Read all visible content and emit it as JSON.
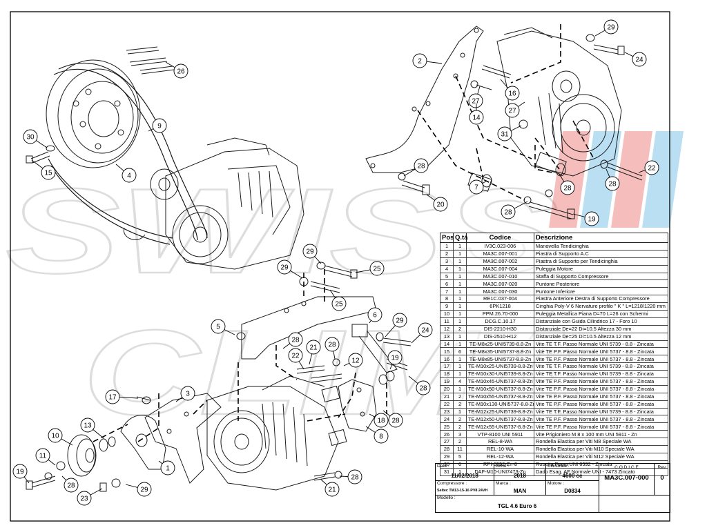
{
  "watermark": {
    "line1": "SWISS",
    "line2": "CLIMA"
  },
  "callouts": [
    "29",
    "24",
    "2",
    "16",
    "27",
    "27",
    "14",
    "31",
    "28",
    "22",
    "28",
    "7",
    "28",
    "20",
    "28",
    "19",
    "26",
    "9",
    "30",
    "15",
    "4",
    "29",
    "29",
    "25",
    "25",
    "5",
    "6",
    "29",
    "24",
    "28",
    "21",
    "28",
    "22",
    "12",
    "19",
    "28",
    "3",
    "17",
    "18",
    "28",
    "13",
    "8",
    "10",
    "1",
    "11",
    "19",
    "28",
    "23",
    "29",
    "28",
    "21"
  ],
  "parts_table": {
    "headers": [
      "Pos",
      "Q.tà",
      "Codice",
      "Descrizione"
    ],
    "rows": [
      [
        "1",
        "1",
        "IV3C.023-006",
        "Manovella Tendicinghia"
      ],
      [
        "2",
        "1",
        "MA3C.007-001",
        "Piastra di Supporto A.C"
      ],
      [
        "3",
        "1",
        "MA3C.007-002",
        "Piastra di Supporto per Tendicinghia"
      ],
      [
        "4",
        "1",
        "MA3C.007-004",
        "Puleggia Motore"
      ],
      [
        "5",
        "1",
        "MA3C.007-010",
        "Staffa di Supporto Compressore"
      ],
      [
        "6",
        "1",
        "MA3C.007-020",
        "Puntone Posteriore"
      ],
      [
        "7",
        "1",
        "MA3C.007-030",
        "Puntone Inferiore"
      ],
      [
        "8",
        "1",
        "RE1C.037-004",
        "Piastra Anteriore Destra di Supporto Compressore"
      ],
      [
        "9",
        "1",
        "6PK1218",
        "Cinghia Poly-V 6 Nervature profilo \" K \" L=1218/1220 mm"
      ],
      [
        "10",
        "1",
        "PPM.26.70-000",
        "Puleggia Metallica Piana D=70 L=26 con Schermi"
      ],
      [
        "11",
        "1",
        "DCG.C.10.17",
        "Distanziale con Guida Cilindrico 17 - Foro 10"
      ],
      [
        "12",
        "2",
        "DIS-2210-H30",
        "Distanziale De=22 Di=10.5 Altezza 30 mm"
      ],
      [
        "13",
        "1",
        "DIS-2510-H12",
        "Distanziale De=25 Di=10.5 Altezza 12 mm"
      ],
      [
        "14",
        "1",
        "TE-M8x25-UNI5739-8.8-Zn",
        "Vite TE T.F. Passo Normale UNI 5739 - 8.8 - Zincata"
      ],
      [
        "15",
        "6",
        "TE-M8x35-UNI5737-8.8-Zn",
        "Vite TE P.F. Passo Normale UNI 5737 - 8.8 - Zincata"
      ],
      [
        "16",
        "1",
        "TE-M8x85-UNI5737-8.8-Zn",
        "Vite TE P.F. Passo Normale UNI 5737 - 8.8 - Zincata"
      ],
      [
        "17",
        "1",
        "TE-M10x25-UNI5739-8.8-Zn",
        "Vite TE T.F. Passo Normale UNI 5739 - 8.8 - Zincata"
      ],
      [
        "18",
        "1",
        "TE-M10x30-UNI5739-8.8-Zn",
        "Vite TE T.F. Passo Normale UNI 5739 - 8.8 - Zincata"
      ],
      [
        "19",
        "4",
        "TE-M10x45-UNI5737-8.8-Zn",
        "Vite TE P.F. Passo Normale UNI 5737 - 8.8 - Zincata"
      ],
      [
        "20",
        "1",
        "TE-M10x50-UNI5737-8.8-Zn",
        "Vite TE P.F. Passo Normale UNI 5737 - 8.8 - Zincata"
      ],
      [
        "21",
        "2",
        "TE-M10x55-UNI5737-8.8-Zn",
        "Vite TE P.F. Passo Normale UNI 5737 - 8.8 - Zincata"
      ],
      [
        "22",
        "2",
        "TE-M10x130-UNI5737-8.8-Zn",
        "Vite TE P.F. Passo Normale UNI 5737 - 8.8 - Zincata"
      ],
      [
        "23",
        "1",
        "TE-M12x25-UNI5739-8.8-Zn",
        "Vite TE T.F. Passo Normale UNI 5739 - 8.8 - Zincata"
      ],
      [
        "24",
        "2",
        "TE-M12x50-UNI5737-8.8-Zn",
        "Vite TE P.F. Passo Normale UNI 5737 - 8.8 - Zincata"
      ],
      [
        "25",
        "2",
        "TE-M12x55-UNI5737-8.8-Zn",
        "Vite TE P.F. Passo Normale UNI 5737 - 8.8 - Zincata"
      ],
      [
        "26",
        "3",
        "VTP-8100 UNI 5911",
        "Vite Prigioniero M 8 x 100 mm UNI 5911 - Zn"
      ],
      [
        "27",
        "2",
        "REL-8-WA",
        "Rondella Elastica per Viti M8 Speciale WA"
      ],
      [
        "28",
        "11",
        "REL-10-WA",
        "Rondella Elastica per Viti M10 Speciale WA"
      ],
      [
        "29",
        "5",
        "REL-12-WA",
        "Rondella Elastica per Viti M12 Speciale WA"
      ],
      [
        "30",
        "6",
        "RPI-6592-Zn-8",
        "Rosetta Piana UNI 6592 - Zincata"
      ],
      [
        "31",
        "1",
        "DAF-M10-UNI7473-Zn",
        "Dado Esag. AF Normale UNI - 7473 Zincato"
      ]
    ]
  },
  "title_block": {
    "data_label": "Data :",
    "data_value": "11/02/2018",
    "anno_label": "Anno :",
    "anno_value": "2018",
    "cilindrata_label": "Cilindrata :",
    "cilindrata_value": "4600 cc",
    "codice_label": "C O D I C E",
    "codice_value": "MA3C.007-000",
    "rev_label": "Rev.",
    "rev_value": "0",
    "compressore_label": "Compressore :",
    "compressore_value": "Seltec TM13-15-16 PV8 24VH",
    "marca_label": "Marca :",
    "marca_value": "MAN",
    "motore_label": "Motore :",
    "motore_value": "D0834",
    "modello_label": "Modello :",
    "modello_value": "TGL  4.6 Euro 6"
  }
}
